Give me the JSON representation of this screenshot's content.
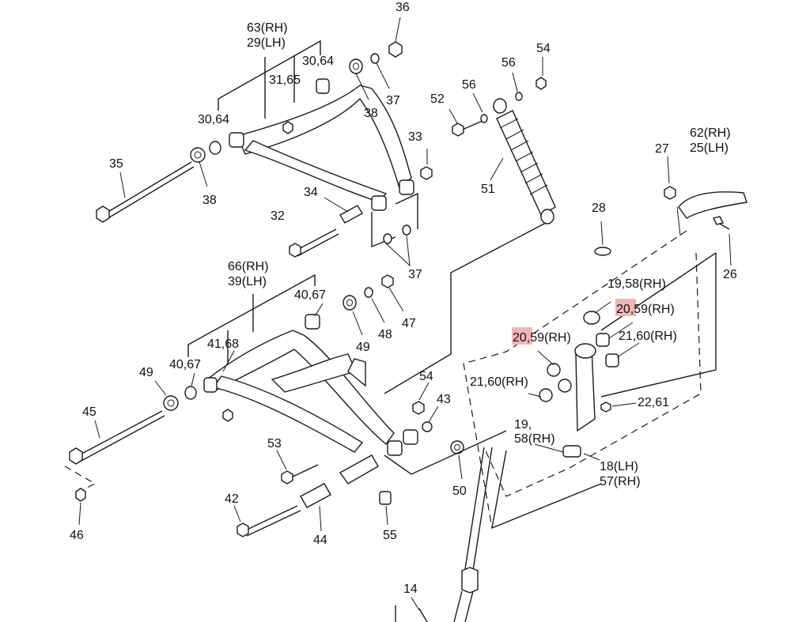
{
  "callouts": {
    "c63": "63(RH)",
    "c29": "29(LH)",
    "c36": "36",
    "c30_64a": "30,64",
    "c31_65": "31,65",
    "c38a": "38",
    "c37a": "37",
    "c30_64b": "30,64",
    "c35": "35",
    "c38b": "38",
    "c33": "33",
    "c34": "34",
    "c32": "32",
    "c37b": "37",
    "c52": "52",
    "c56a": "56",
    "c56b": "56",
    "c54a": "54",
    "c51": "51",
    "c27": "27",
    "c62": "62(RH)",
    "c25": "25(LH)",
    "c26": "26",
    "c28": "28",
    "c19_58": "19,58(RH)",
    "c20_59a_num": "20",
    "c20_59a_rest": ",59(RH)",
    "c20_59b_num": "20",
    "c20_59b_rest": ",59(RH)",
    "c21_60a": "21,60(RH)",
    "c21_60b": "21,60(RH)",
    "c22_61": "22,61",
    "c19b": "19,",
    "c58b": "58(RH)",
    "c18": "18(LH)",
    "c57": "57(RH)",
    "c66": "66(RH)",
    "c39": "39(LH)",
    "c40_67a": "40,67",
    "c41_68": "41,68",
    "c40_67b": "40,67",
    "c49a": "49",
    "c48": "48",
    "c47": "47",
    "c49b": "49",
    "c45": "45",
    "c46": "46",
    "c54b": "54",
    "c43": "43",
    "c53": "53",
    "c42": "42",
    "c44": "44",
    "c55": "55",
    "c50": "50",
    "c14": "14"
  },
  "highlight_color": "#f3b4b4"
}
